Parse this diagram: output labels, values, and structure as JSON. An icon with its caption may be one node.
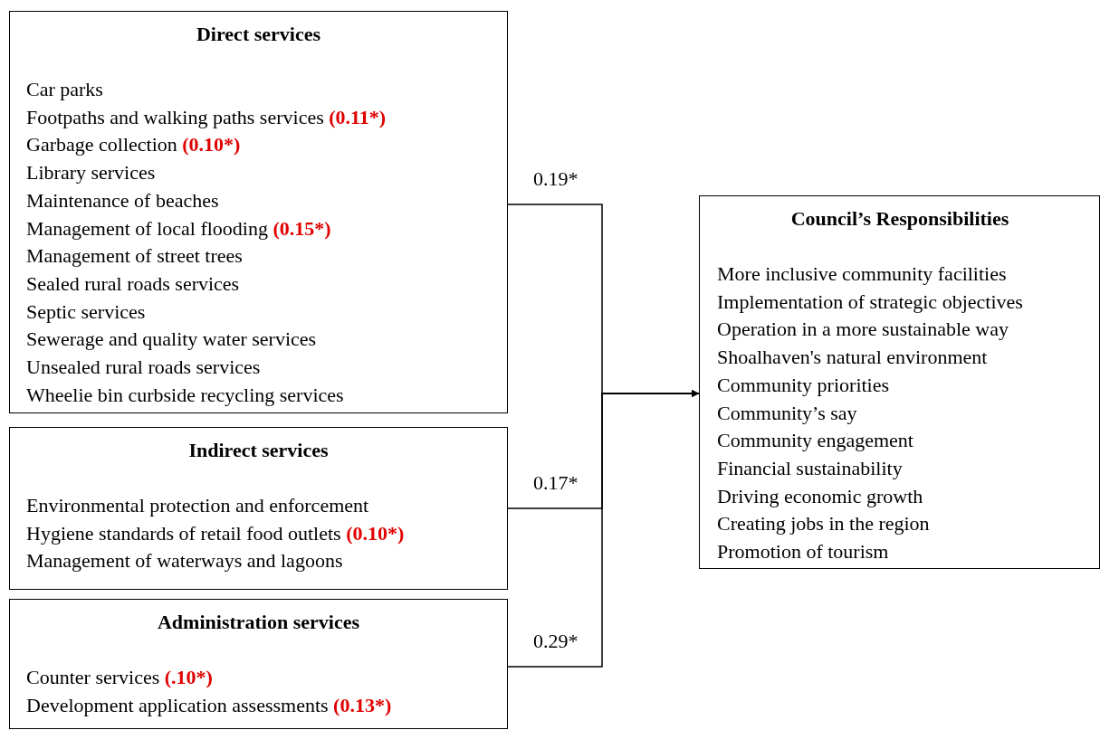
{
  "diagram": {
    "nodes": [
      {
        "text": [
          "Direct services",
          "Car parks",
          "Footpaths and walking paths services **(0.11*)**",
          "Garbage collection **(0.10*)**",
          "Library services",
          "Maintenance of beaches",
          "Management of local flooding **(0.15*)**",
          "Management of street trees",
          "Sealed rural roads services",
          "Septic services",
          "Sewerage and quality water services",
          "Unsealed rural roads services",
          "Wheelie bin curbside recycling services"
        ]
      },
      {
        "text": [
          "Indirect services",
          "Environmental protection and enforcement",
          "Hygiene standards of retail food outlets **(0.10*)**",
          "Management of waterways and lagoons"
        ]
      },
      {
        "text": [
          "Administration services",
          "Counter services **(.10*)**",
          "Development application assessments **(0.13*)**"
        ]
      },
      {
        "text": [
          "Council’s Responsibilities",
          "More inclusive community facilities",
          "Implementation of strategic objectives",
          "Operation in a more sustainable way",
          "Shoalhaven's natural environment",
          "Community priorities",
          "Community’s say",
          "Community engagement",
          "Financial sustainability",
          "Driving economic growth",
          "Creating jobs in the region",
          "Promotion of tourism"
        ]
      }
    ],
    "edges": [
      {
        "from": 0,
        "to": 3,
        "arrow": "to",
        "label": "0.19*"
      },
      {
        "from": 1,
        "to": 3,
        "arrow": "to",
        "label": "0.17*"
      },
      {
        "from": 2,
        "to": 3,
        "arrow": "to",
        "label": "0.29*"
      }
    ]
  }
}
